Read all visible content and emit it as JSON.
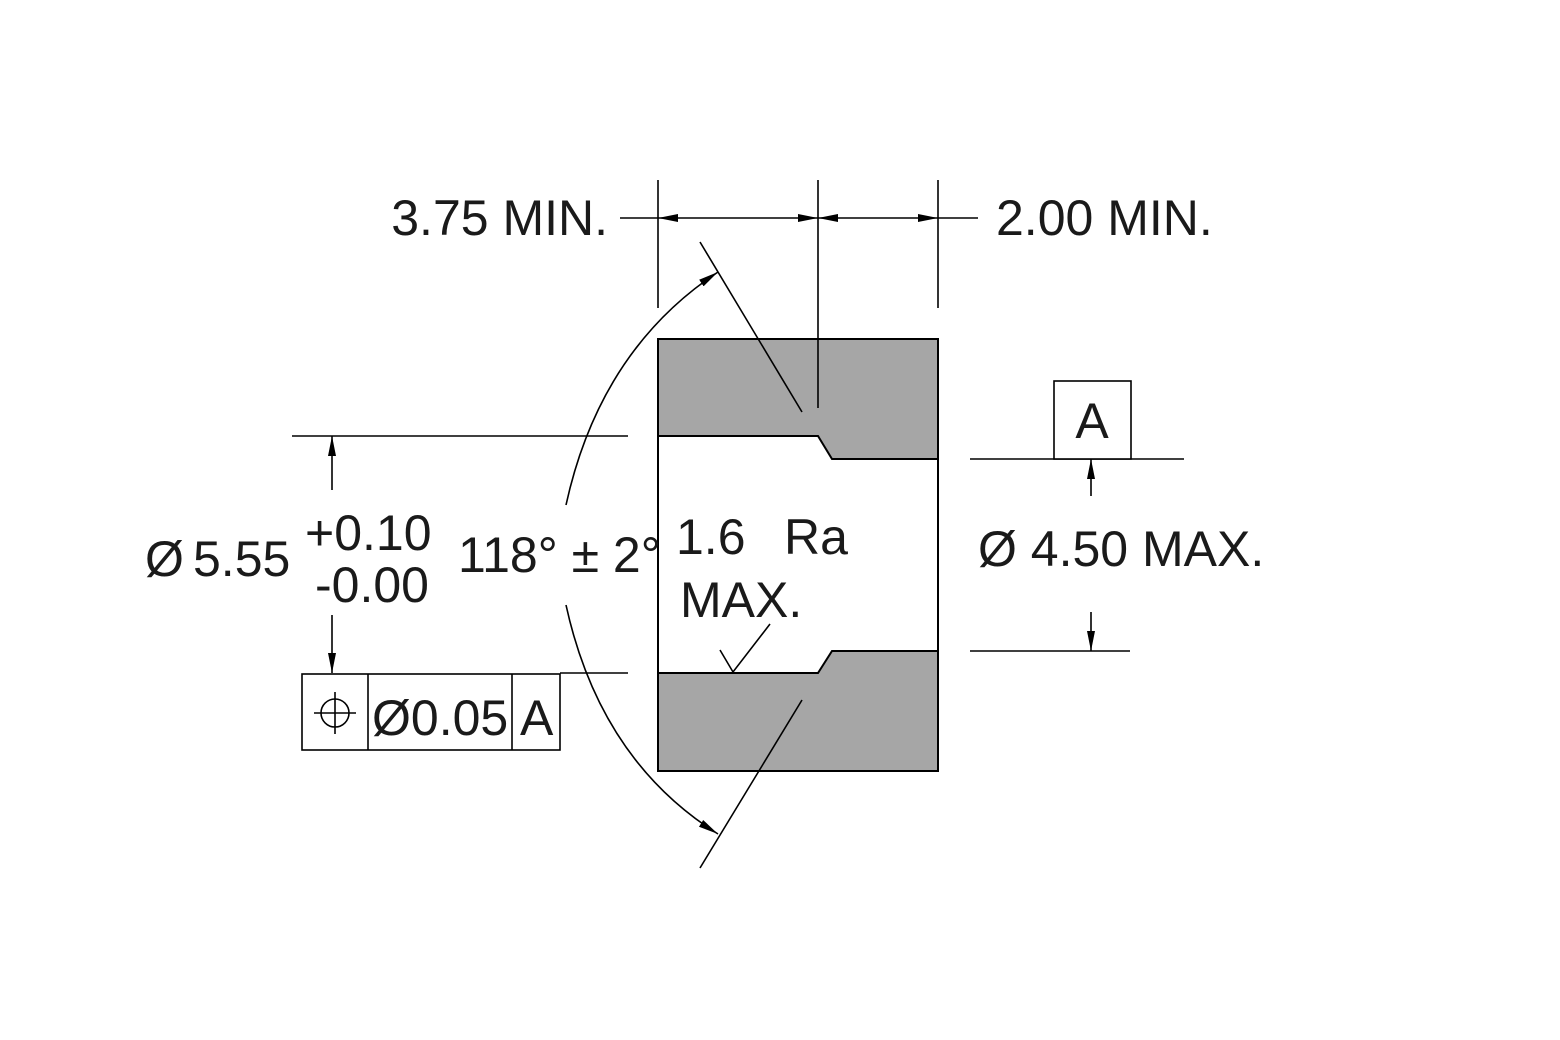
{
  "drawing": {
    "colors": {
      "section_fill": "#a6a6a6",
      "line": "#000000",
      "text": "#1a1a1a",
      "background": "#ffffff"
    },
    "dimensions": {
      "top_left": "3.75 MIN.",
      "top_right": "2.00 MIN.",
      "outer_diameter_symbol": "Ø",
      "outer_diameter_value": "5.55",
      "tolerance_upper": "+0.10",
      "tolerance_lower": "-0.00",
      "angle": "118° ± 2°",
      "roughness_value": "1.6",
      "roughness_unit": "Ra",
      "roughness_max": "MAX.",
      "inner_diameter": "Ø 4.50 MAX."
    },
    "feature_control_frame": {
      "symbol_icon": "position-icon",
      "tolerance": "Ø0.05",
      "datum": "A"
    },
    "datum_label": "A"
  }
}
